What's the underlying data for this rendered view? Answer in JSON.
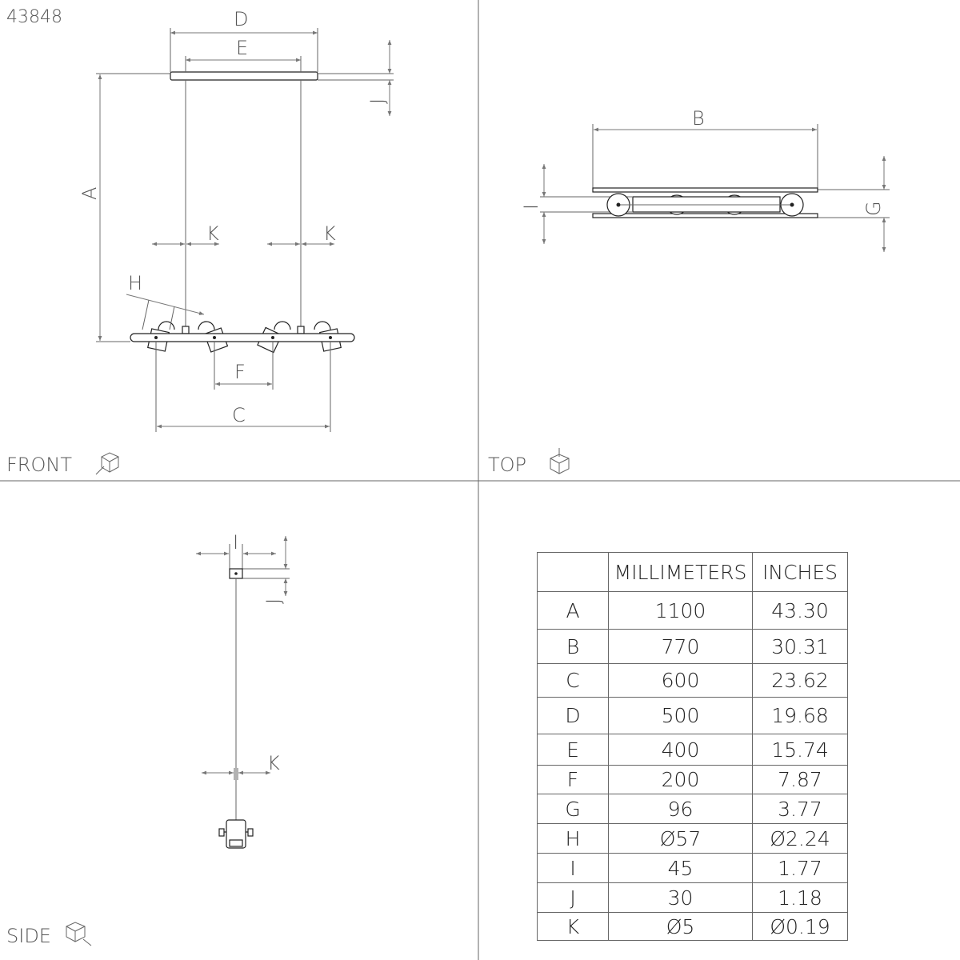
{
  "product_number": "43848",
  "views": {
    "front": "FRONT",
    "top": "TOP",
    "side": "SIDE"
  },
  "labels": {
    "A": "A",
    "B": "B",
    "C": "C",
    "D": "D",
    "E": "E",
    "F": "F",
    "G": "G",
    "H": "H",
    "I": "I",
    "J": "J",
    "K": "K"
  },
  "table": {
    "headers": [
      "",
      "MILLIMETERS",
      "INCHES"
    ],
    "rows": [
      [
        "A",
        "1100",
        "43.30"
      ],
      [
        "B",
        "770",
        "30.31"
      ],
      [
        "C",
        "600",
        "23.62"
      ],
      [
        "D",
        "500",
        "19.68"
      ],
      [
        "E",
        "400",
        "15.74"
      ],
      [
        "F",
        "200",
        "7.87"
      ],
      [
        "G",
        "96",
        "3.77"
      ],
      [
        "H",
        "Ø57",
        "Ø2.24"
      ],
      [
        "I",
        "45",
        "1.77"
      ],
      [
        "J",
        "30",
        "1.18"
      ],
      [
        "K",
        "Ø5",
        "Ø0.19"
      ]
    ]
  }
}
